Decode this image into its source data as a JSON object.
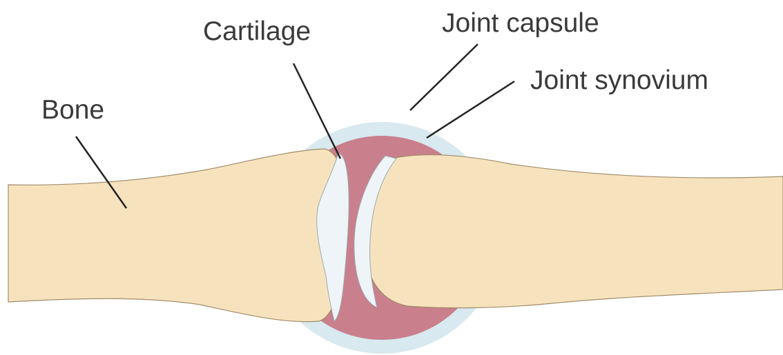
{
  "labels": {
    "bone": "Bone",
    "cartilage": "Cartilage",
    "joint_capsule": "Joint capsule",
    "joint_synovium": "Joint synovium"
  },
  "colors": {
    "bone": "#f6e3bd",
    "bone_outline": "#a08c6a",
    "capsule": "#d8e9ef",
    "synovium": "#c97f8c",
    "cartilage": "#eef4f7",
    "leader_line": "#222222",
    "label_text": "#3a3a3a"
  }
}
